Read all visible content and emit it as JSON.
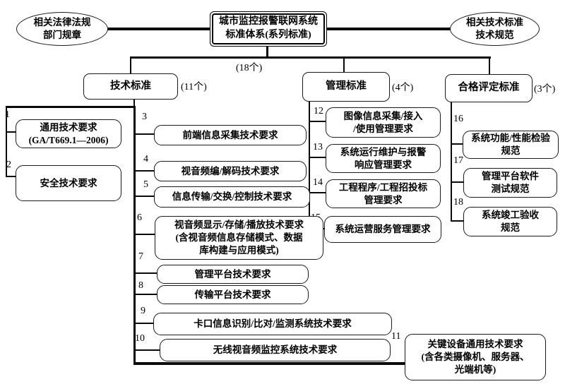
{
  "root": {
    "line1": "城市监控报警联网系统",
    "line2": "标准体系(系列标准)"
  },
  "left_ellipse": {
    "line1": "相关法律法规",
    "line2": "部门规章"
  },
  "right_ellipse": {
    "line1": "相关技术标准",
    "line2": "技术规范"
  },
  "total_count": "(18个)",
  "branches": {
    "tech": {
      "label": "技术标准",
      "count": "(11个)"
    },
    "mgmt": {
      "label": "管理标准",
      "count": "(4个)"
    },
    "conf": {
      "label": "合格评定标准",
      "count": "(3个)"
    }
  },
  "items": {
    "i1": {
      "no": "1",
      "lines": [
        "通用技术要求",
        "(GA/T669.1—2006)"
      ]
    },
    "i2": {
      "no": "2",
      "lines": [
        "安全技术要求"
      ]
    },
    "i3": {
      "no": "3",
      "lines": [
        "前端信息采集技术要求"
      ]
    },
    "i4": {
      "no": "4",
      "lines": [
        "视音频编/解码技术要求"
      ]
    },
    "i5": {
      "no": "5",
      "lines": [
        "信息传输/交换/控制技术要求"
      ]
    },
    "i6": {
      "no": "6",
      "lines": [
        "视音频显示/存储/播放技术要求",
        "(含视音频信息存储模式、数据",
        "库构建与应用模式)"
      ]
    },
    "i7": {
      "no": "7",
      "lines": [
        "管理平台技术要求"
      ]
    },
    "i8": {
      "no": "8",
      "lines": [
        "传输平台技术要求"
      ]
    },
    "i9": {
      "no": "9",
      "lines": [
        "卡口信息识别/比对/监测系统技术要求"
      ]
    },
    "i10": {
      "no": "10",
      "lines": [
        "无线视音频监控系统技术要求"
      ]
    },
    "i11": {
      "no": "11",
      "lines": [
        "关键设备通用技术要求",
        "(含各类摄像机、服务器、",
        "光端机等)"
      ]
    },
    "i12": {
      "no": "12",
      "lines": [
        "图像信息采集/接入",
        "/使用管理要求"
      ]
    },
    "i13": {
      "no": "13",
      "lines": [
        "系统运行维护与报警",
        "响应管理要求"
      ]
    },
    "i14": {
      "no": "14",
      "lines": [
        "工程程序/工程招投标",
        "管理要求"
      ]
    },
    "i15": {
      "no": "15",
      "lines": [
        "系统运营服务管理要求"
      ]
    },
    "i16": {
      "no": "16",
      "lines": [
        "系统功能/性能检验",
        "规范"
      ]
    },
    "i17": {
      "no": "17",
      "lines": [
        "管理平台软件",
        "测试规范"
      ]
    },
    "i18": {
      "no": "18",
      "lines": [
        "系统竣工验收",
        "规范"
      ]
    }
  }
}
